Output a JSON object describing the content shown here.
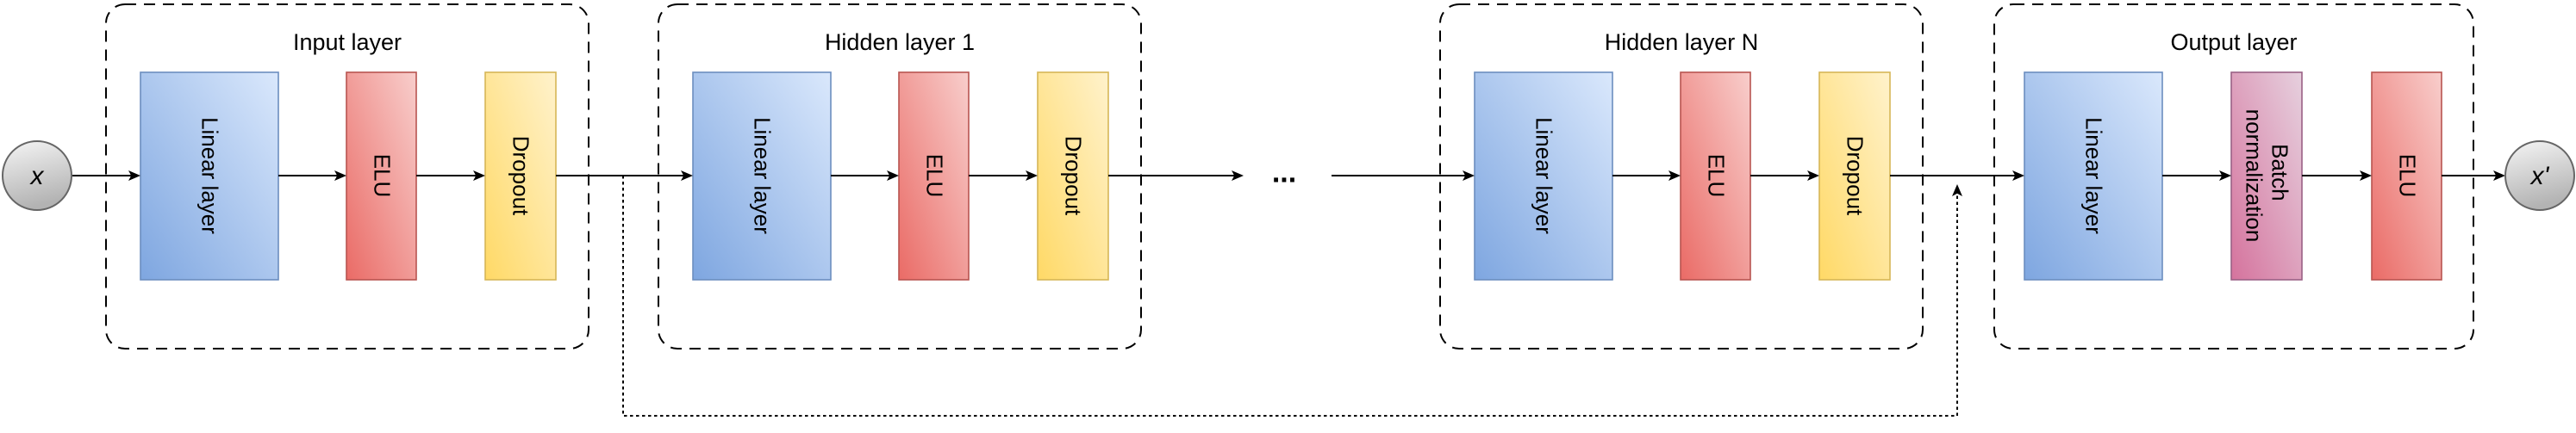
{
  "diagram": {
    "nodes": {
      "input": {
        "label": "x"
      },
      "output": {
        "label": "x'"
      }
    },
    "ellipsis": "...",
    "groups": [
      {
        "label": "Input layer",
        "boxes": [
          {
            "label": "Linear layer"
          },
          {
            "label": "ELU"
          },
          {
            "label": "Dropout"
          }
        ]
      },
      {
        "label": "Hidden layer 1",
        "boxes": [
          {
            "label": "Linear layer"
          },
          {
            "label": "ELU"
          },
          {
            "label": "Dropout"
          }
        ]
      },
      {
        "label": "Hidden layer N",
        "boxes": [
          {
            "label": "Linear layer"
          },
          {
            "label": "ELU"
          },
          {
            "label": "Dropout"
          }
        ]
      },
      {
        "label": "Output layer",
        "boxes": [
          {
            "label": "Linear layer"
          },
          {
            "label": "Batch normalization",
            "lines": [
              "Batch",
              "normalization"
            ]
          },
          {
            "label": "ELU"
          }
        ]
      }
    ],
    "colors": {
      "linear_fill_dark": "#7ea6e0",
      "linear_fill_light": "#dae8fc",
      "linear_stroke": "#6c8ebf",
      "elu_fill_dark": "#ea6b66",
      "elu_fill_light": "#f8cecc",
      "elu_stroke": "#b85450",
      "dropout_fill_dark": "#ffd966",
      "dropout_fill_light": "#fff2cc",
      "dropout_stroke": "#d6b656",
      "batchnorm_fill_dark": "#d5739d",
      "batchnorm_fill_light": "#e6d0de",
      "batchnorm_stroke": "#996185",
      "node_fill_dark": "#b3b3b3",
      "node_fill_light": "#f5f5f5",
      "node_stroke": "#666666",
      "line_color": "#000000"
    }
  }
}
